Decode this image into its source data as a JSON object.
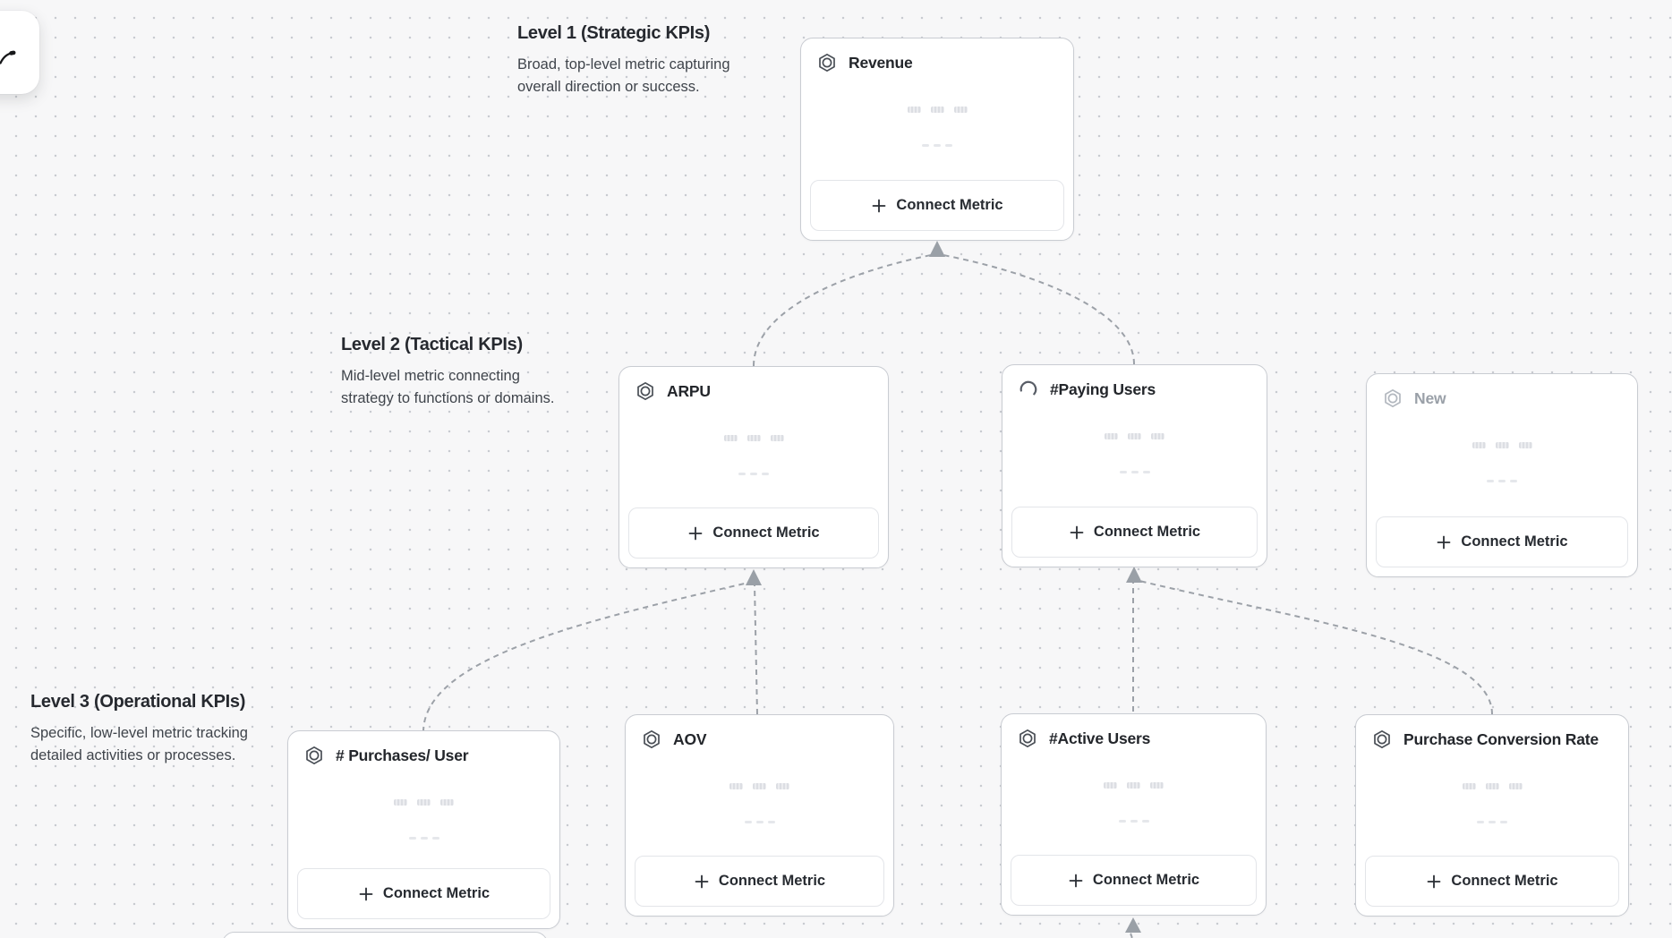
{
  "levels": [
    {
      "title": "Level 1 (Strategic KPIs)",
      "description_line1": "Broad, top-level metric capturing",
      "description_line2": "overall direction or success."
    },
    {
      "title": "Level 2 (Tactical KPIs)",
      "description_line1": "Mid-level metric connecting",
      "description_line2": "strategy to functions or domains."
    },
    {
      "title": "Level 3 (Operational KPIs)",
      "description_line1": "Specific, low-level metric tracking",
      "description_line2": "detailed activities or processes."
    }
  ],
  "cards": [
    {
      "id": "revenue",
      "title": "Revenue",
      "icon": "hexagon-icon",
      "level": 1,
      "state": "default"
    },
    {
      "id": "arpu",
      "title": "ARPU",
      "icon": "hexagon-icon",
      "level": 2,
      "state": "default"
    },
    {
      "id": "paying-users",
      "title": "#Paying Users",
      "icon": "spinner-icon",
      "level": 2,
      "state": "loading"
    },
    {
      "id": "new",
      "title": "New",
      "icon": "hexagon-icon",
      "level": 2,
      "state": "draft"
    },
    {
      "id": "purchases-per-user",
      "title": "# Purchases/ User",
      "icon": "hexagon-icon",
      "level": 3,
      "state": "default"
    },
    {
      "id": "aov",
      "title": "AOV",
      "icon": "hexagon-icon",
      "level": 3,
      "state": "default"
    },
    {
      "id": "active-users",
      "title": "#Active Users",
      "icon": "hexagon-icon",
      "level": 3,
      "state": "default"
    },
    {
      "id": "purchase-conversion-rate",
      "title": "Purchase Conversion Rate",
      "icon": "hexagon-icon",
      "level": 3,
      "state": "default"
    }
  ],
  "card_button": {
    "label": "Connect Metric",
    "icon": "plus-icon"
  },
  "connections": [
    {
      "from": "ARPU",
      "to": "Revenue"
    },
    {
      "from": "#Paying Users",
      "to": "Revenue"
    },
    {
      "from": "# Purchases/ User",
      "to": "ARPU"
    },
    {
      "from": "AOV",
      "to": "ARPU"
    },
    {
      "from": "#Active Users",
      "to": "#Paying Users"
    },
    {
      "from": "Purchase Conversion Rate",
      "to": "#Paying Users"
    },
    {
      "from": "offscreen-below",
      "to": "#Active Users"
    }
  ],
  "colors": {
    "background": "#f7f7f8",
    "dot_grid": "#c8cbd0",
    "card_border": "#c9ccd2",
    "connector": "#9ca1a8",
    "text_primary": "#23262b",
    "text_secondary": "#3f444b",
    "muted": "#9aa0a8"
  }
}
